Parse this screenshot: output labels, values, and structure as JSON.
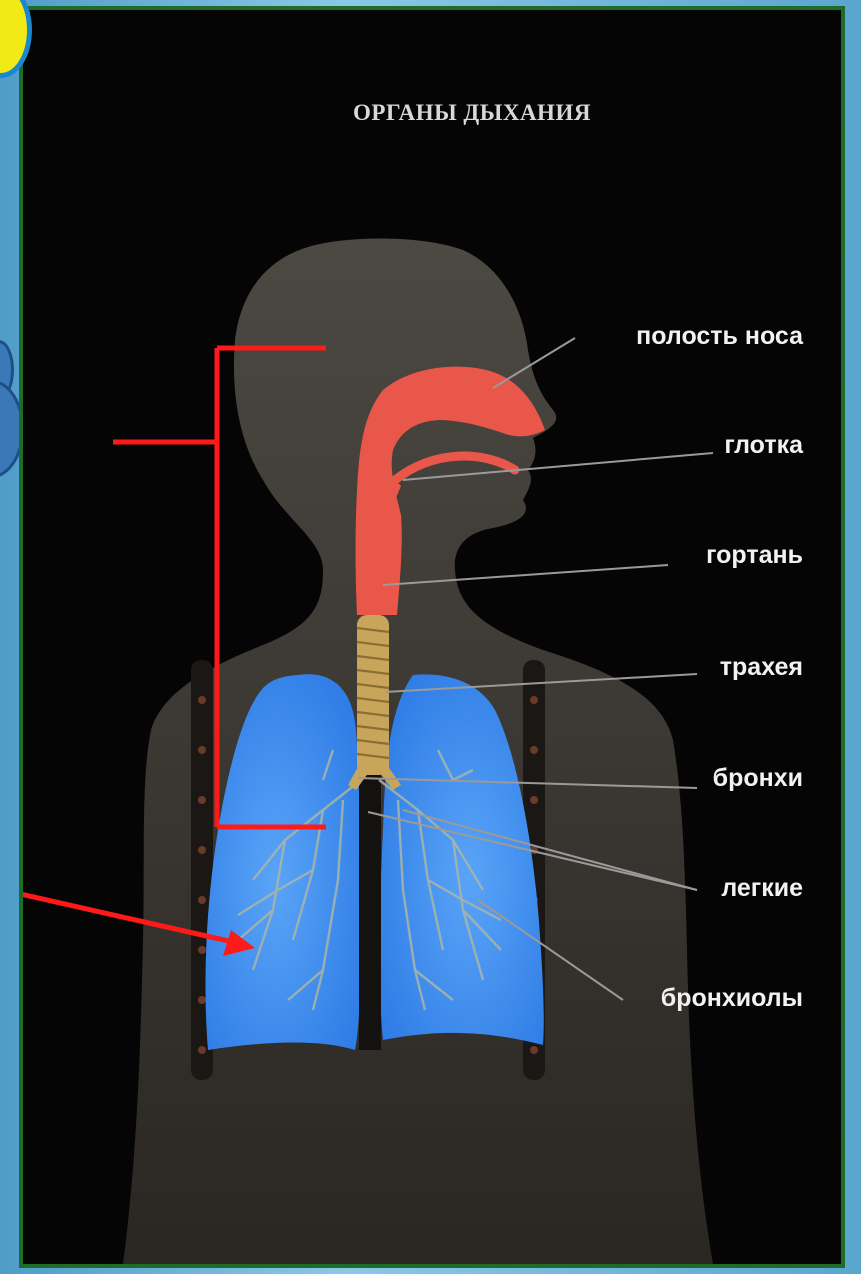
{
  "poster": {
    "title": "ОРГАНЫ ДЫХАНИЯ"
  },
  "labels": {
    "nasal_cavity": "полость носа",
    "pharynx": "глотка",
    "larynx": "гортань",
    "trachea": "трахея",
    "bronchi": "бронхи",
    "lungs": "легкие",
    "bronchioles": "бронхиолы"
  },
  "colors": {
    "background": "#050505",
    "silhouette": "#4a4640",
    "airway": "#e8574a",
    "trachea": "#c8a55a",
    "lungs": "#3f8ef0",
    "annotation": "#ff1a1a",
    "frame": "#1e6b2a",
    "badge": "#f2ea14"
  }
}
